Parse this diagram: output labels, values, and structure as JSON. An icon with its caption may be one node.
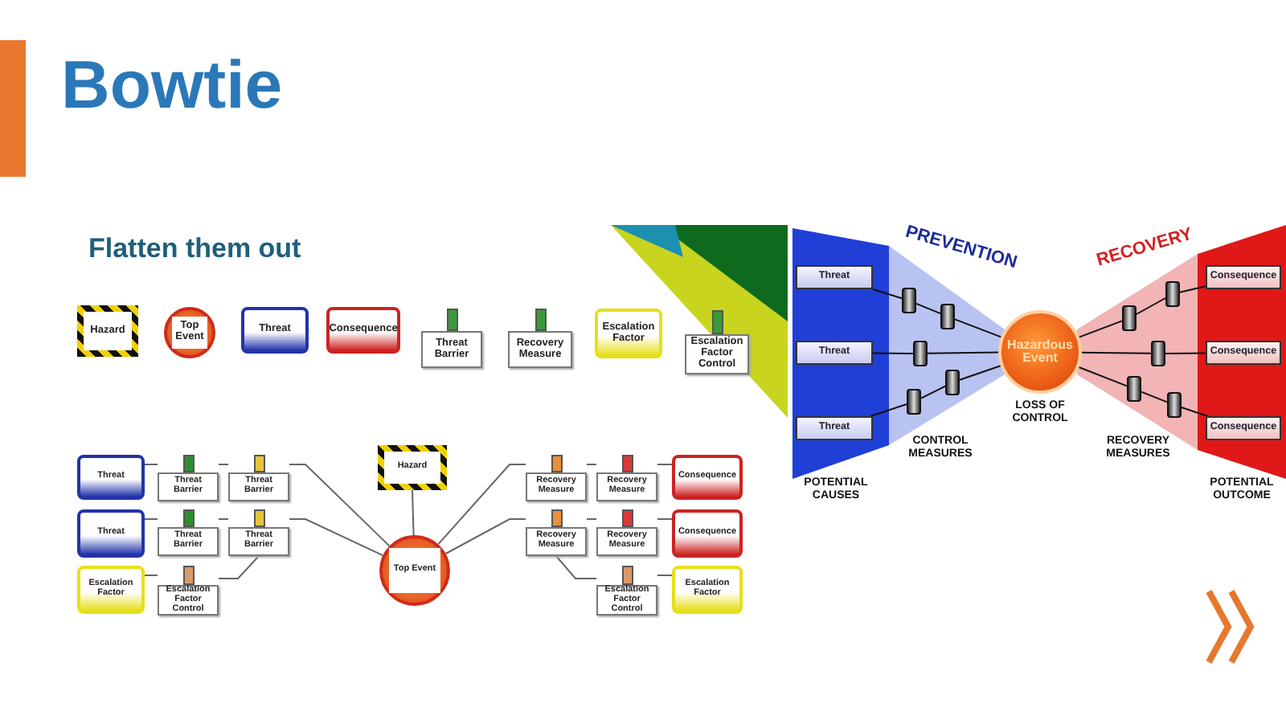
{
  "diagram": {
    "title": "Bowtie",
    "nodes": [
      {
        "text": [
          "Hazard"
        ]
      },
      {
        "text": [
          "Top Event"
        ]
      },
      {
        "text": [
          "Threat"
        ]
      },
      {
        "text": [
          "Consequence"
        ]
      },
      {
        "text": [
          "Threat Barrier"
        ]
      },
      {
        "text": [
          "Recovery Measure"
        ]
      },
      {
        "text": [
          "Escalation Factor"
        ]
      },
      {
        "text": [
          "Escalation Factor Control"
        ]
      },
      {
        "text": [
          "Threat"
        ]
      },
      {
        "text": [
          "Threat Barrier"
        ]
      },
      {
        "text": [
          "Threat Barrier"
        ]
      },
      {
        "text": [
          "Hazard"
        ]
      },
      {
        "text": [
          "Recovery Measure"
        ]
      },
      {
        "text": [
          "Recovery Measure"
        ]
      },
      {
        "text": [
          "Consequence"
        ]
      },
      {
        "text": [
          "Threat"
        ]
      },
      {
        "text": [
          "Threat Barrier"
        ]
      },
      {
        "text": [
          "Threat Barrier"
        ]
      },
      {
        "text": [
          "Top Event"
        ]
      },
      {
        "text": [
          "Recovery Measure"
        ]
      },
      {
        "text": [
          "Recovery Measure"
        ]
      },
      {
        "text": [
          "Consequence"
        ]
      },
      {
        "text": [
          "Escalation Factor"
        ]
      },
      {
        "text": [
          "Escalation Factor Control"
        ]
      },
      {
        "text": [
          "Escalation Factor Control"
        ]
      },
      {
        "text": [
          "Escalation Factor"
        ]
      },
      {
        "text": [
          "Threat"
        ]
      },
      {
        "text": [
          "Threat"
        ]
      },
      {
        "text": [
          "Threat"
        ]
      },
      {
        "text": [
          "Hazardous Event"
        ],
        "beside": [
          "LOSS OF CONTROL"
        ]
      },
      {
        "text": [
          "Consequence"
        ]
      },
      {
        "text": [
          "Consequence"
        ]
      },
      {
        "text": [
          "Consequence"
        ]
      },
      {
        "text": [],
        "shape": "box"
      },
      {
        "text": [],
        "shape": "box"
      },
      {
        "text": [],
        "shape": "box"
      },
      {
        "text": [],
        "shape": "box"
      },
      {
        "text": [],
        "shape": "box"
      },
      {
        "text": [],
        "shape": "box"
      },
      {
        "text": [],
        "shape": "box"
      },
      {
        "text": [],
        "shape": "box"
      },
      {
        "text": [],
        "shape": "box"
      },
      {
        "text": [],
        "shape": "box"
      }
    ],
    "edges": [
      {
        "from": 8,
        "to": 9,
        "arrow": "none"
      },
      {
        "from": 9,
        "to": 10,
        "arrow": "none"
      },
      {
        "from": 10,
        "to": 18,
        "arrow": "none"
      },
      {
        "from": 15,
        "to": 16,
        "arrow": "none"
      },
      {
        "from": 16,
        "to": 17,
        "arrow": "none"
      },
      {
        "from": 17,
        "to": 18,
        "arrow": "none"
      },
      {
        "from": 22,
        "to": 23,
        "arrow": "none"
      },
      {
        "from": 23,
        "to": 17,
        "arrow": "none"
      },
      {
        "from": 11,
        "to": 18,
        "arrow": "none"
      },
      {
        "from": 18,
        "to": 12,
        "arrow": "none"
      },
      {
        "from": 12,
        "to": 13,
        "arrow": "none"
      },
      {
        "from": 13,
        "to": 14,
        "arrow": "none"
      },
      {
        "from": 18,
        "to": 19,
        "arrow": "none"
      },
      {
        "from": 19,
        "to": 20,
        "arrow": "none"
      },
      {
        "from": 20,
        "to": 21,
        "arrow": "none"
      },
      {
        "from": 25,
        "to": 24,
        "arrow": "none"
      },
      {
        "from": 24,
        "to": 19,
        "arrow": "none"
      },
      {
        "from": 26,
        "to": 33,
        "arrow": "none"
      },
      {
        "from": 33,
        "to": 34,
        "arrow": "none"
      },
      {
        "from": 34,
        "to": 29,
        "arrow": "none"
      },
      {
        "from": 27,
        "to": 35,
        "arrow": "none"
      },
      {
        "from": 35,
        "to": 29,
        "arrow": "none"
      },
      {
        "from": 28,
        "to": 36,
        "arrow": "none"
      },
      {
        "from": 36,
        "to": 37,
        "arrow": "none"
      },
      {
        "from": 37,
        "to": 29,
        "arrow": "none"
      },
      {
        "from": 29,
        "to": 38,
        "arrow": "none"
      },
      {
        "from": 38,
        "to": 39,
        "arrow": "none"
      },
      {
        "from": 39,
        "to": 30,
        "arrow": "none"
      },
      {
        "from": 29,
        "to": 40,
        "arrow": "none"
      },
      {
        "from": 40,
        "to": 31,
        "arrow": "none"
      },
      {
        "from": 29,
        "to": 41,
        "arrow": "none"
      },
      {
        "from": 41,
        "to": 42,
        "arrow": "none"
      },
      {
        "from": 42,
        "to": 32,
        "arrow": "none"
      }
    ],
    "labels": [
      "Flatten them out",
      "PREVENTION",
      "RECOVERY",
      "CONTROL MEASURES",
      "RECOVERY MEASURES",
      "POTENTIAL CAUSES",
      "POTENTIAL OUTCOME"
    ]
  }
}
